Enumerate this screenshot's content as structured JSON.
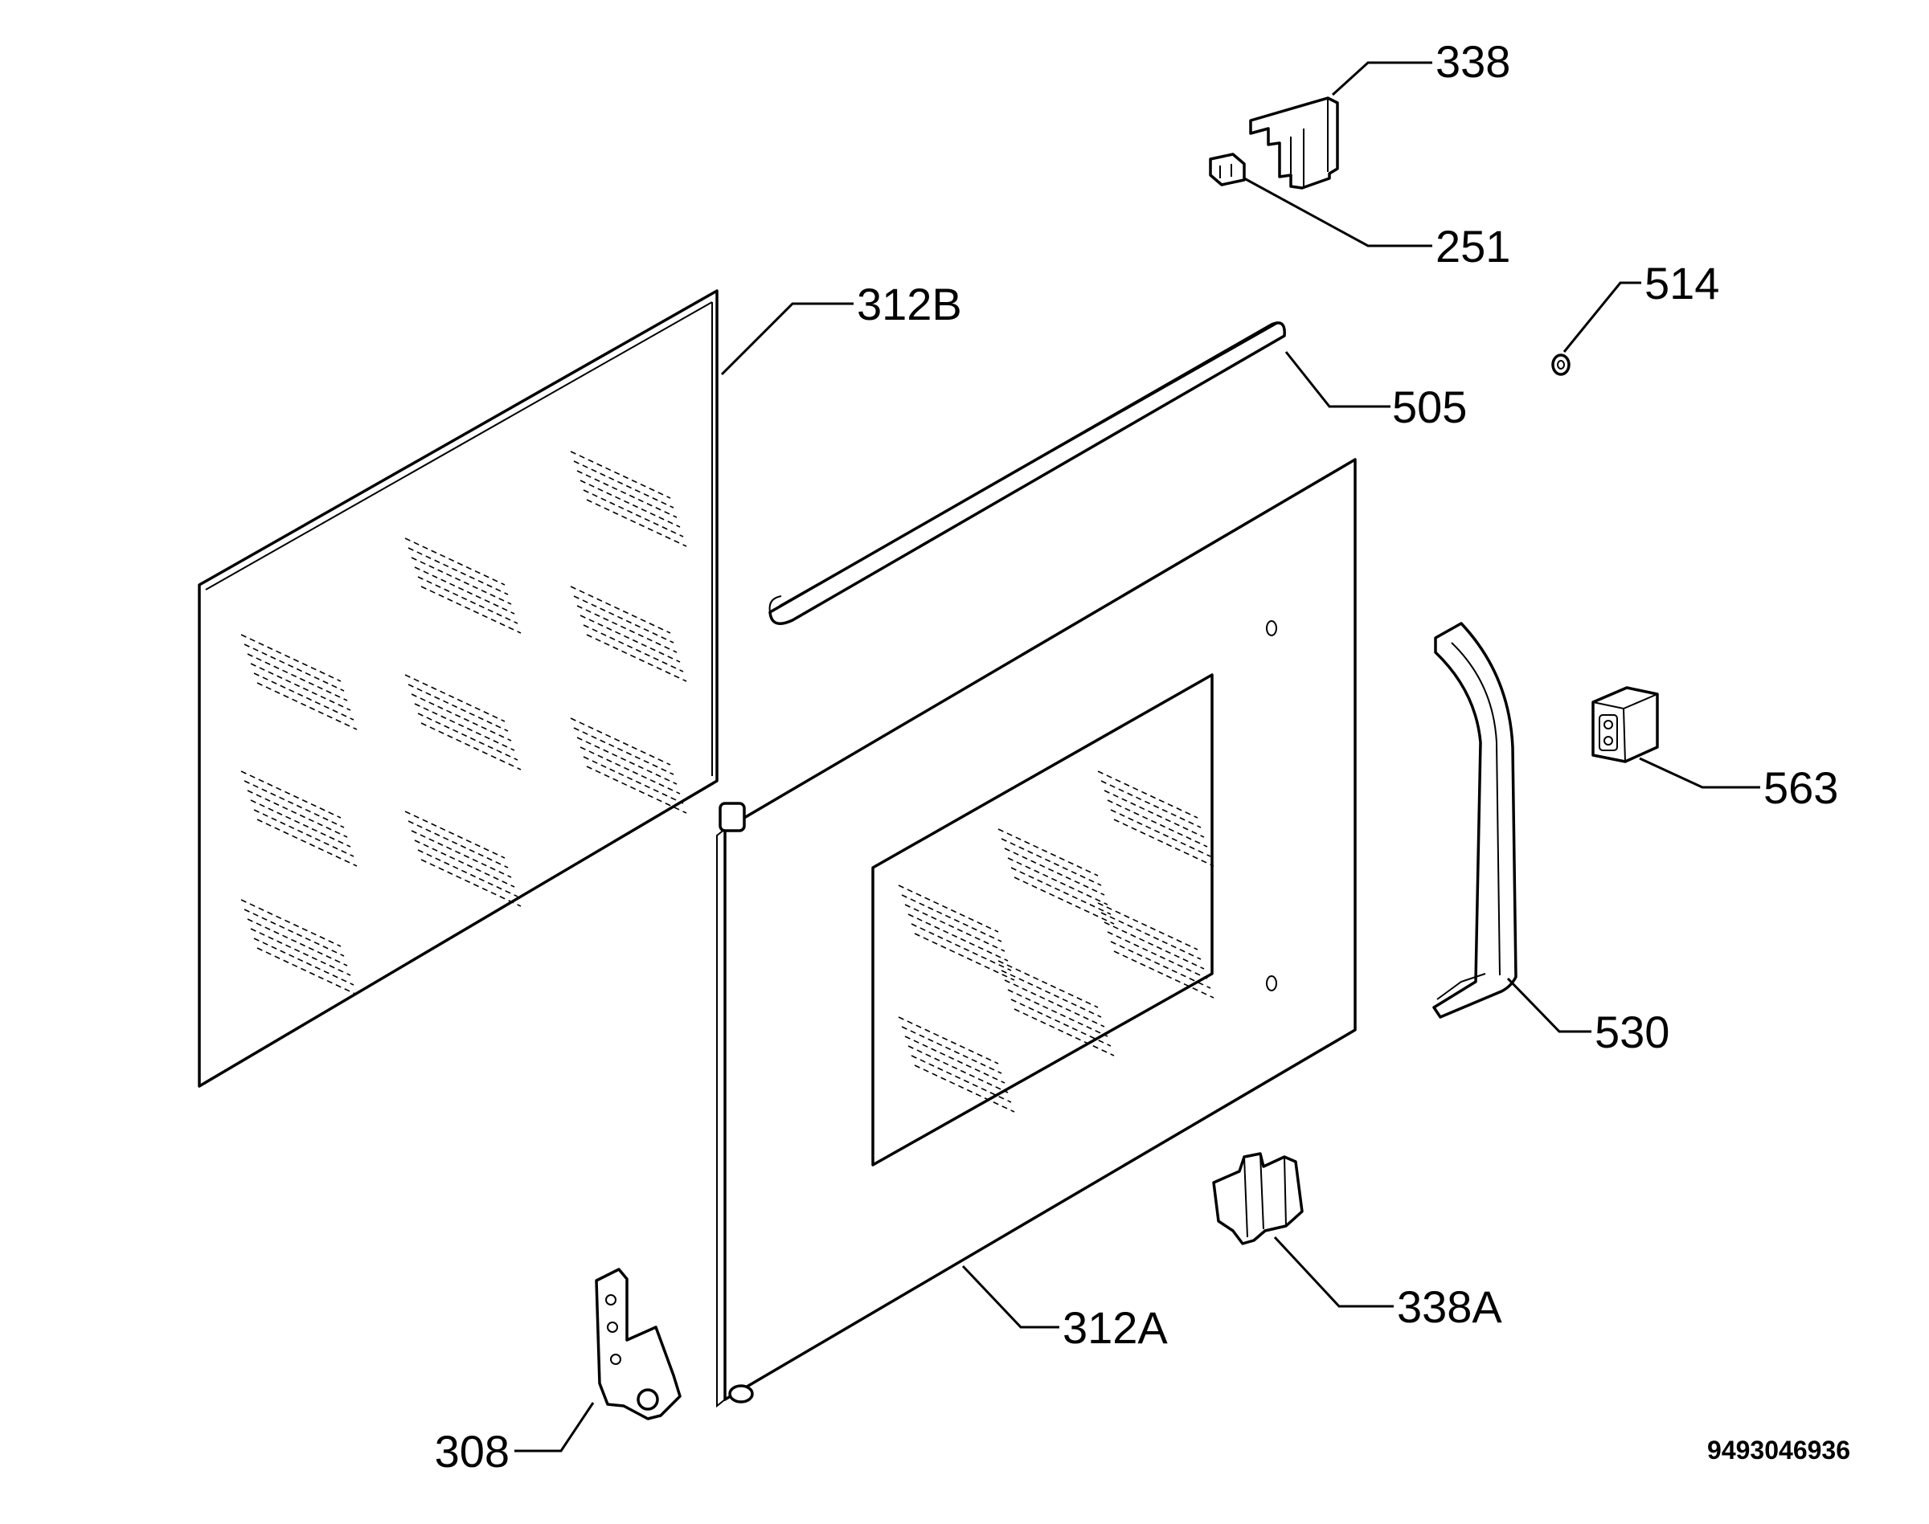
{
  "callouts": {
    "p338": "338",
    "p251": "251",
    "p514": "514",
    "p312B": "312B",
    "p505": "505",
    "p563": "563",
    "p530": "530",
    "p312A": "312A",
    "p338A": "338A",
    "p308": "308"
  },
  "document_number": "9493046936"
}
